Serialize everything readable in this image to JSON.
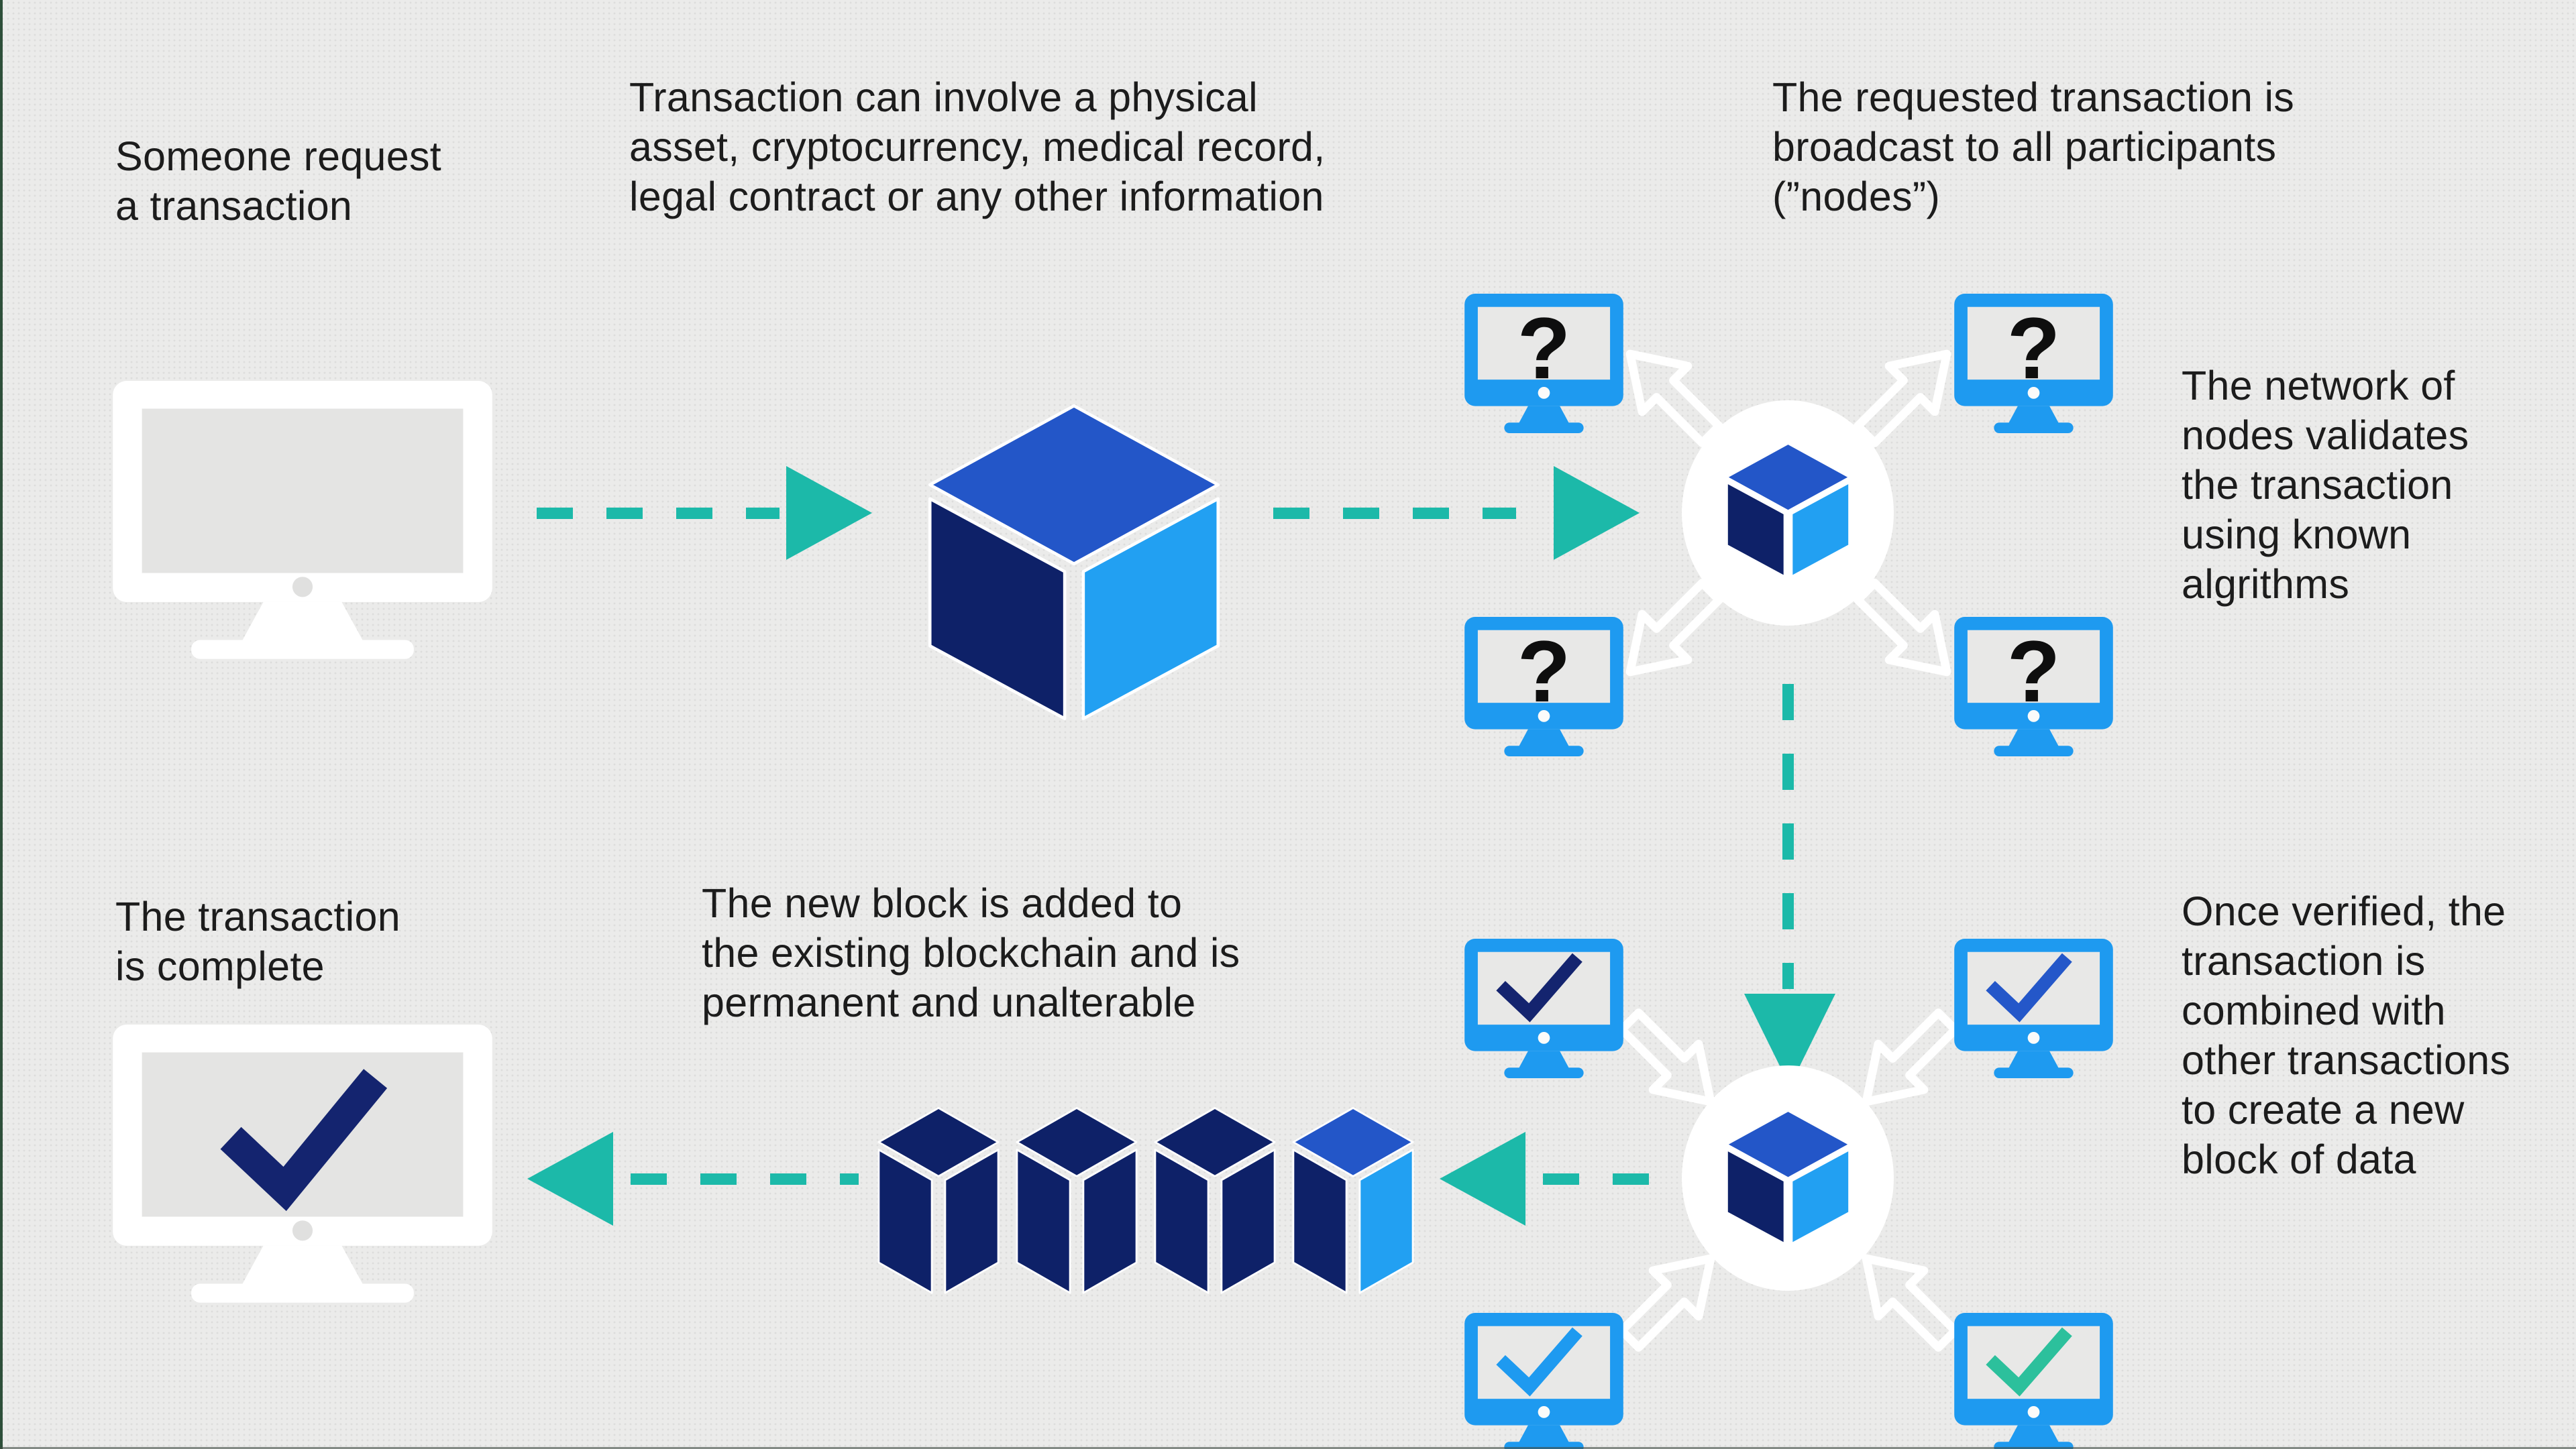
{
  "colors": {
    "background": "#EBEBEA",
    "text": "#1C1C1C",
    "white": "#FFFFFF",
    "screen_gray": "#E8E8E7",
    "screen_gray_large": "#E4E4E3",
    "monitor_blue": "#1E9AF0",
    "cube_top_blue": "#2356C8",
    "cube_side_navy": "#0E2168",
    "cube_side_light": "#22A0F2",
    "teal": "#1CB9A9",
    "check_navy": "#14246F",
    "check_medium_blue": "#2457C9",
    "check_bright_blue": "#1E9AF0",
    "check_teal_green": "#2CC09C",
    "edge_green": "#2E4F3A"
  },
  "glyphs": {
    "question_mark": "?"
  },
  "steps": {
    "request": "Someone request\na transaction",
    "asset": "Transaction can involve a physical\nasset, cryptocurrency, medical record,\nlegal contract or any other information",
    "broadcast": "The requested transaction is\nbroadcast to all participants\n(”nodes”)",
    "validate": "The network of\nnodes validates\nthe transaction\nusing known\nalgrithms",
    "combine": "Once verified, the\ntransaction is\ncombined with\nother transactions\nto create a new\nblock of data",
    "append": "The new block is added to\nthe existing blockchain and is\npermanent and unalterable",
    "complete": "The transaction\nis complete"
  }
}
